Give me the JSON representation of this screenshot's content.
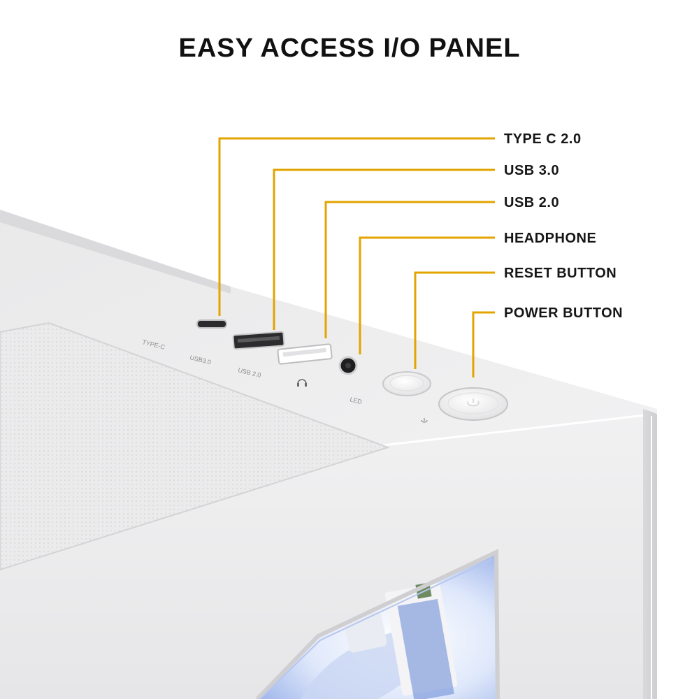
{
  "title": "EASY ACCESS I/O PANEL",
  "accent_color": "#e3a400",
  "callouts": [
    {
      "label": "TYPE C 2.0"
    },
    {
      "label": "USB 3.0"
    },
    {
      "label": "USB 2.0"
    },
    {
      "label": "HEADPHONE"
    },
    {
      "label": "RESET BUTTON"
    },
    {
      "label": "POWER BUTTON"
    }
  ],
  "panel_labels": {
    "typec": "TYPE-C",
    "usb3": "USB3.0",
    "usb2": "USB 2.0",
    "led": "LED"
  }
}
